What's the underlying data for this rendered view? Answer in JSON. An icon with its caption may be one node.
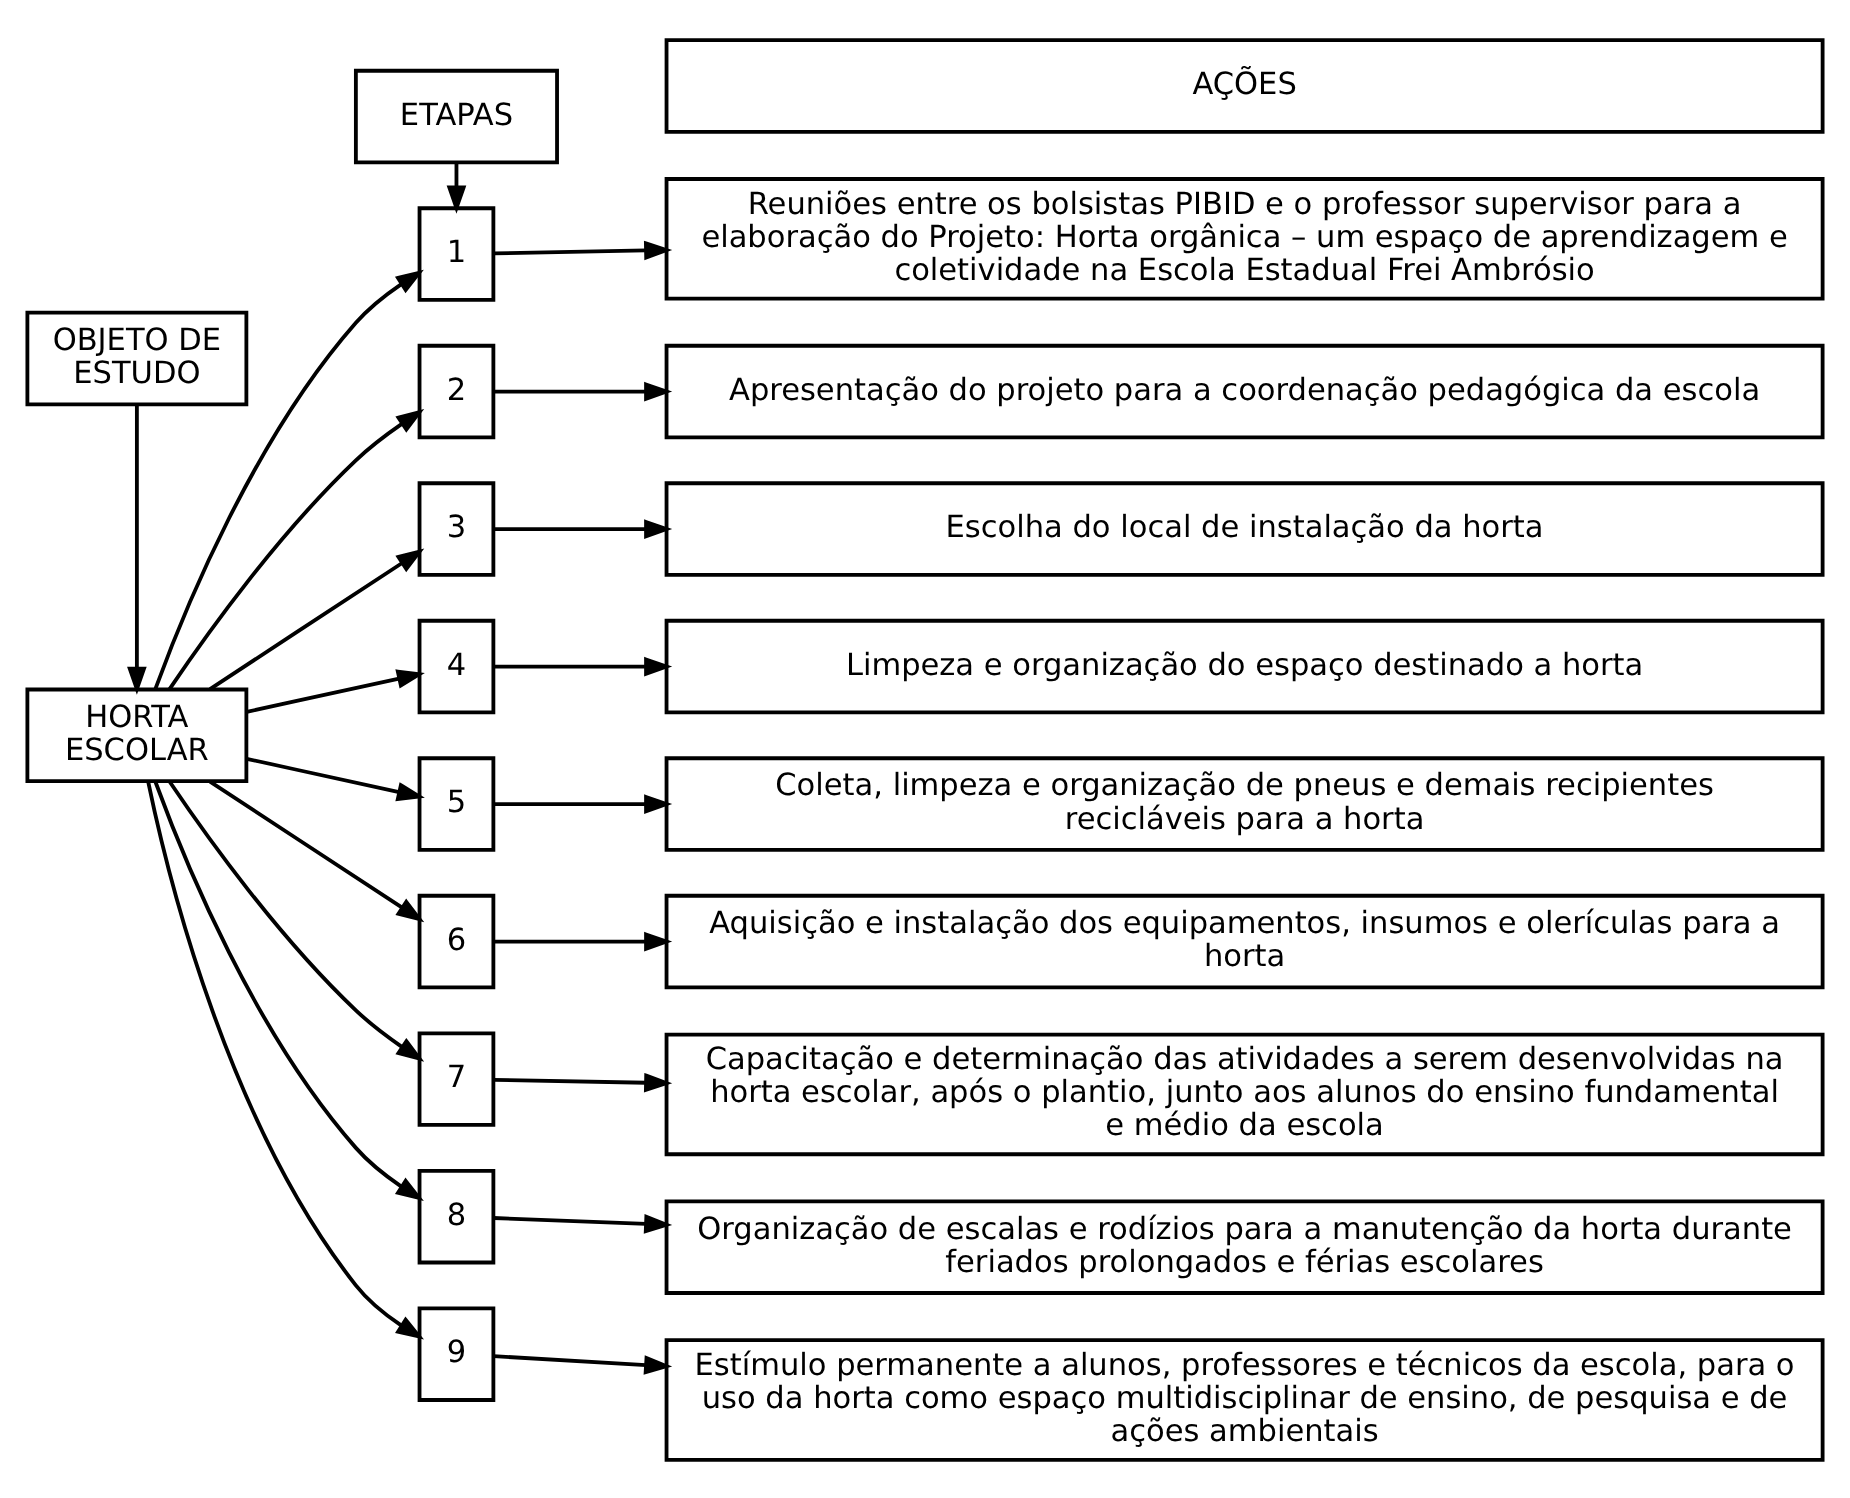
{
  "diagram": {
    "nodes": [
      {
        "text": [
          "OBJETO DE ESTUDO"
        ]
      },
      {
        "text": [
          "ETAPAS"
        ]
      },
      {
        "text": [
          "AÇÕES"
        ]
      },
      {
        "text": [
          "HORTA ESCOLAR"
        ]
      },
      {
        "text": [
          "1"
        ]
      },
      {
        "text": [
          "2"
        ]
      },
      {
        "text": [
          "3"
        ]
      },
      {
        "text": [
          "4"
        ]
      },
      {
        "text": [
          "5"
        ]
      },
      {
        "text": [
          "6"
        ]
      },
      {
        "text": [
          "7"
        ]
      },
      {
        "text": [
          "8"
        ]
      },
      {
        "text": [
          "9"
        ]
      },
      {
        "text": [
          "Reuniões entre os bolsistas PIBID e o professor supervisor para a elaboração do Projeto: Horta orgânica – um espaço de aprendizagem e coletividade na Escola Estadual Frei Ambrósio"
        ]
      },
      {
        "text": [
          "Apresentação do projeto para a coordenação pedagógica da escola"
        ]
      },
      {
        "text": [
          "Escolha do local de instalação da horta"
        ]
      },
      {
        "text": [
          "Limpeza e organização do espaço destinado a horta"
        ]
      },
      {
        "text": [
          "Coleta, limpeza e organização de pneus e demais recipientes recicláveis para a horta"
        ]
      },
      {
        "text": [
          "Aquisição e instalação dos equipamentos, insumos e olerículas para a horta"
        ]
      },
      {
        "text": [
          "Capacitação e determinação das atividades a serem desenvolvidas na horta escolar, após o plantio, junto aos alunos do ensino fundamental e médio da escola"
        ]
      },
      {
        "text": [
          "Organização de escalas e rodízios para a manutenção da horta durante feriados prolongados e férias escolares"
        ]
      },
      {
        "text": [
          "Estímulo permanente a alunos, professores e técnicos da escola, para o uso da horta como espaço multidisciplinar de ensino, de pesquisa e de ações ambientais"
        ]
      }
    ],
    "edges": [
      {
        "from": 0,
        "to": 3,
        "arrow": "to"
      },
      {
        "from": 1,
        "to": 4,
        "arrow": "to"
      },
      {
        "from": 3,
        "to": 4,
        "arrow": "to"
      },
      {
        "from": 3,
        "to": 5,
        "arrow": "to"
      },
      {
        "from": 3,
        "to": 6,
        "arrow": "to"
      },
      {
        "from": 3,
        "to": 7,
        "arrow": "to"
      },
      {
        "from": 3,
        "to": 8,
        "arrow": "to"
      },
      {
        "from": 3,
        "to": 9,
        "arrow": "to"
      },
      {
        "from": 3,
        "to": 10,
        "arrow": "to"
      },
      {
        "from": 3,
        "to": 11,
        "arrow": "to"
      },
      {
        "from": 3,
        "to": 12,
        "arrow": "to"
      },
      {
        "from": 4,
        "to": 13,
        "arrow": "to"
      },
      {
        "from": 5,
        "to": 14,
        "arrow": "to"
      },
      {
        "from": 6,
        "to": 15,
        "arrow": "to"
      },
      {
        "from": 7,
        "to": 16,
        "arrow": "to"
      },
      {
        "from": 8,
        "to": 17,
        "arrow": "to"
      },
      {
        "from": 9,
        "to": 18,
        "arrow": "to"
      },
      {
        "from": 10,
        "to": 19,
        "arrow": "to"
      },
      {
        "from": 11,
        "to": 20,
        "arrow": "to"
      },
      {
        "from": 12,
        "to": 21,
        "arrow": "to"
      }
    ]
  }
}
